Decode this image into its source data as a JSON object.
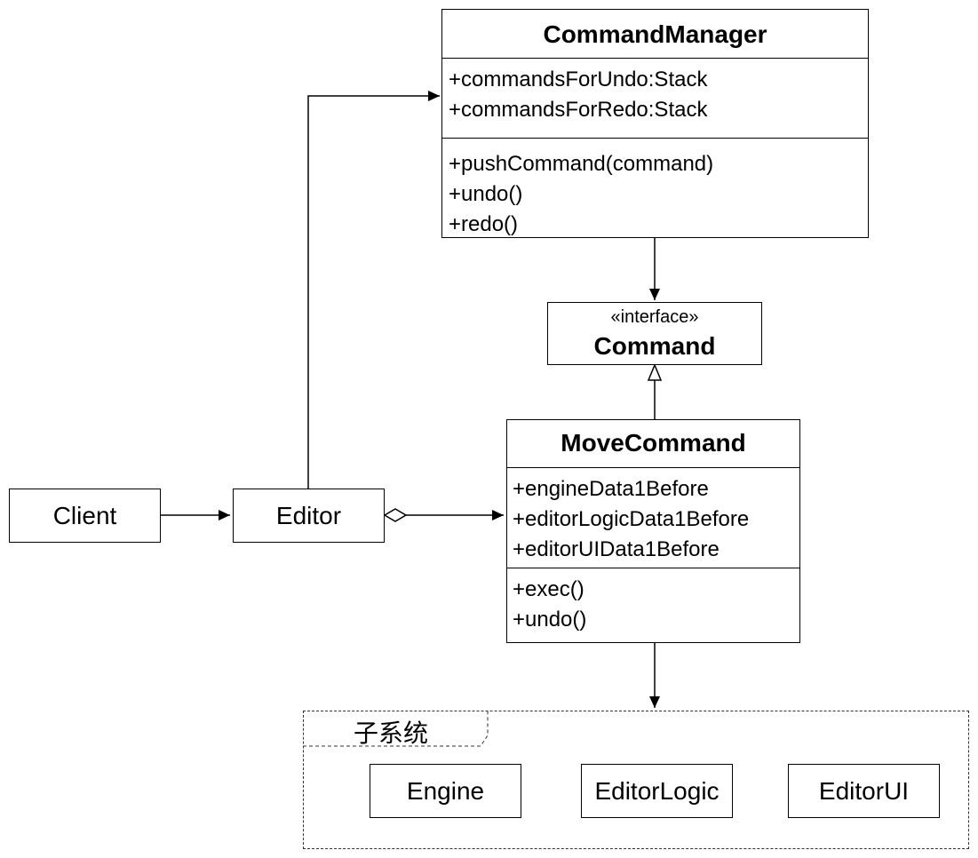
{
  "command_manager": {
    "name": "CommandManager",
    "attributes": [
      "+commandsForUndo:Stack",
      "+commandsForRedo:Stack"
    ],
    "methods": [
      "+pushCommand(command)",
      "+undo()",
      "+redo()"
    ]
  },
  "command_interface": {
    "stereotype": "«interface»",
    "name": "Command"
  },
  "move_command": {
    "name": "MoveCommand",
    "attributes": [
      "+engineData1Before",
      "+editorLogicData1Before",
      "+editorUIData1Before"
    ],
    "methods": [
      "+exec()",
      "+undo()"
    ]
  },
  "client": {
    "name": "Client"
  },
  "editor": {
    "name": "Editor"
  },
  "subsystem": {
    "label": "子系统",
    "components": [
      "Engine",
      "EditorLogic",
      "EditorUI"
    ]
  }
}
